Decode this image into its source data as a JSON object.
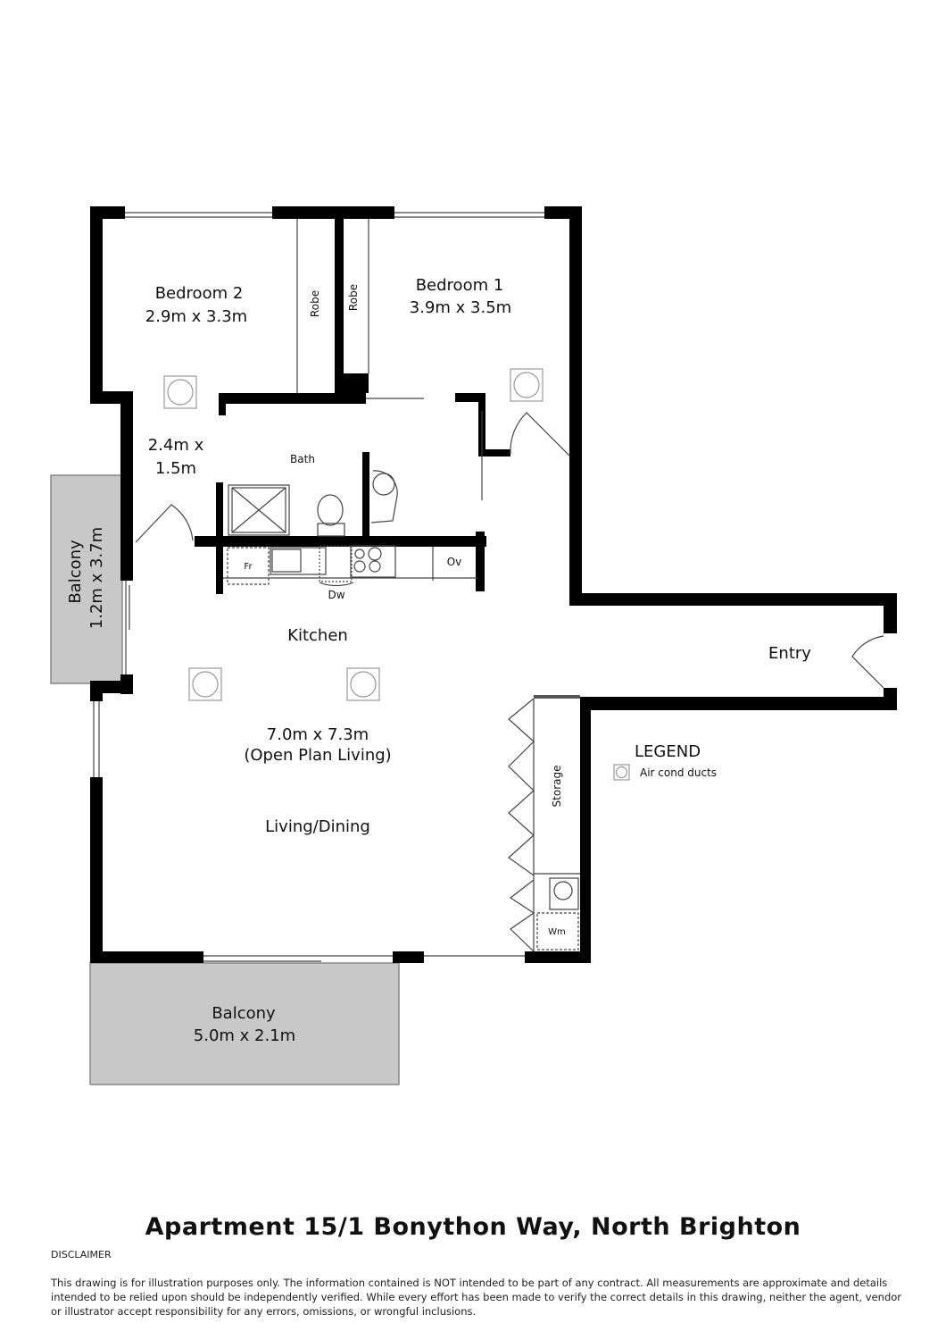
{
  "rooms": {
    "bedroom2": {
      "name": "Bedroom 2",
      "size": "2.9m x 3.3m"
    },
    "bedroom1": {
      "name": "Bedroom 1",
      "size": "3.9m x 3.5m"
    },
    "robe_left": "Robe",
    "robe_right": "Robe",
    "hall_size_1": "2.4m x",
    "hall_size_2": "1.5m",
    "bath": "Bath",
    "fridge": "Fr",
    "dishwasher": "Dw",
    "oven": "Ov",
    "kitchen": "Kitchen",
    "living_size": "7.0m x 7.3m",
    "living_note": "(Open Plan Living)",
    "living": "Living/Dining",
    "entry": "Entry",
    "storage": "Storage",
    "washing_machine": "Wm",
    "balcony_side": {
      "name": "Balcony",
      "size": "1.2m x 3.7m"
    },
    "balcony_bottom": {
      "name": "Balcony",
      "size": "5.0m x 2.1m"
    }
  },
  "legend": {
    "title": "LEGEND",
    "items": [
      {
        "icon": "air-cond-duct-icon",
        "label": "Air cond ducts"
      }
    ]
  },
  "title": "Apartment 15/1 Bonython Way, North Brighton",
  "disclaimer": {
    "heading": "DISCLAIMER",
    "text": "This drawing is for illustration purposes only. The information contained is NOT intended to be part of any contract. All measurements are approximate and details intended to be relied upon should be independently verified. While every effort has been made to verify the correct details in this drawing, neither the agent, vendor or illustrator accept responsibility for any errors, omissions, or wrongful inclusions."
  },
  "colors": {
    "wall": "#000000",
    "balcony": "#c8c8c8"
  }
}
